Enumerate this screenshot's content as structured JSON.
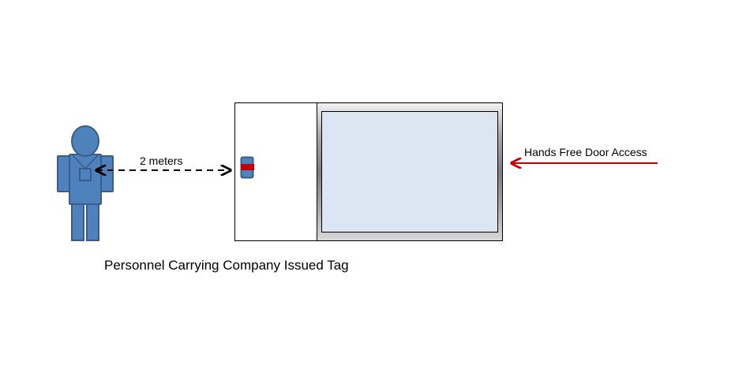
{
  "labels": {
    "distance": "2 meters",
    "access": "Hands Free Door Access",
    "personnel": "Personnel Carrying Company Issued Tag"
  },
  "colors": {
    "person_fill": "#4f81bd",
    "person_stroke": "#385d8a",
    "reader_band": "#c00000",
    "access_arrow": "#c00000",
    "glass_fill": "#dce6f2",
    "door_stroke": "#000000",
    "text": "#000000"
  },
  "icons": {
    "person": "person-figure-icon",
    "reader": "tag-reader-icon"
  }
}
